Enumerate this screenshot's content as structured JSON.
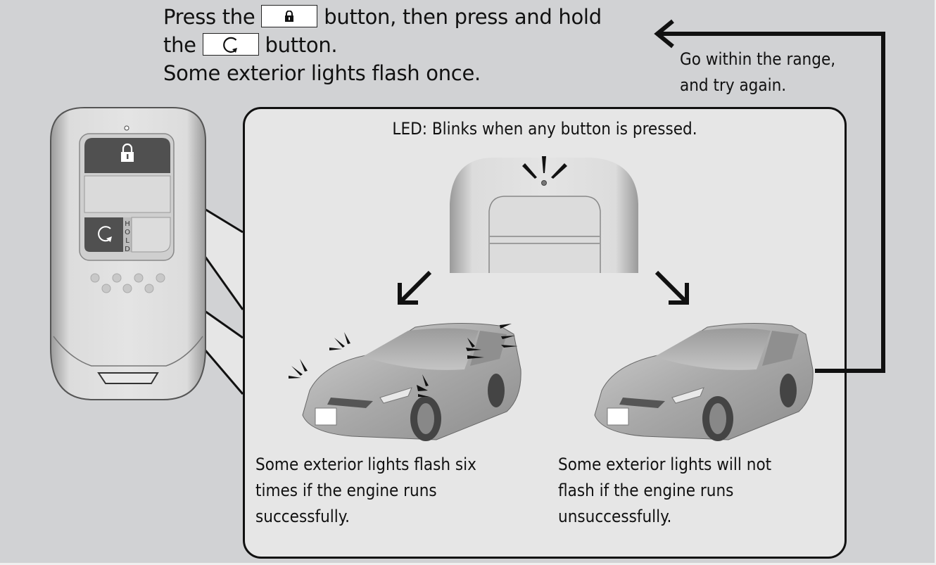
{
  "instruction": {
    "line1_prefix": "Press the",
    "line1_suffix": "button, then press and hold",
    "line2_prefix": "the",
    "line2_suffix": "button.",
    "line3": "Some exterior lights flash once.",
    "button_1_icon": "lock-icon",
    "button_2_icon": "engine-start-icon"
  },
  "retry_note": {
    "line1": "Go within the range,",
    "line2": "and try again."
  },
  "remote": {
    "hold_label": "HOLD",
    "buttons": [
      "lock-button",
      "remote-start-button"
    ]
  },
  "panel": {
    "led_label": "LED: Blinks when any button is pressed.",
    "results": [
      {
        "name": "success",
        "lines": [
          "Some exterior lights flash six",
          "times if the engine runs",
          "successfully."
        ]
      },
      {
        "name": "failure",
        "lines": [
          "Some exterior lights will not",
          "flash if the engine runs",
          "unsuccessfully."
        ]
      }
    ]
  },
  "colors": {
    "background": "#d1d2d4",
    "panel": "#e6e6e6",
    "ink": "#111111",
    "button_dark": "#505050"
  }
}
